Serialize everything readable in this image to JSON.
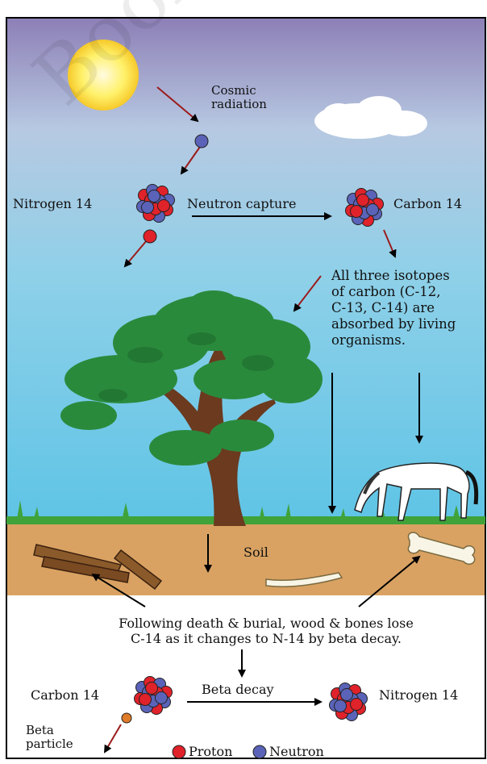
{
  "labels": {
    "cosmic_radiation": "Cosmic\nradiation",
    "nitrogen14_top": "Nitrogen 14",
    "neutron_capture": "Neutron capture",
    "carbon14_top": "Carbon 14",
    "isotopes_note": "All three isotopes\nof carbon (C-12,\nC-13, C-14) are\nabsorbed by living\norganisms.",
    "soil": "Soil",
    "death_burial_note": "Following death & burial, wood & bones lose\nC-14 as it changes to N-14 by beta decay.",
    "carbon14_bottom": "Carbon 14",
    "beta_decay": "Beta decay",
    "nitrogen14_bottom": "Nitrogen 14",
    "beta_particle": "Beta\nparticle",
    "proton_legend": "Proton",
    "neutron_legend": "Neutron"
  },
  "watermark": "Book Board",
  "colors": {
    "proton": "#e0222a",
    "neutron": "#5a63b8",
    "soil": "#d9a262",
    "grass": "#3fa33a",
    "tree_foliage": "#2a8a3c",
    "trunk": "#6b3a1f",
    "arrow_red": "#9b1b1b"
  }
}
